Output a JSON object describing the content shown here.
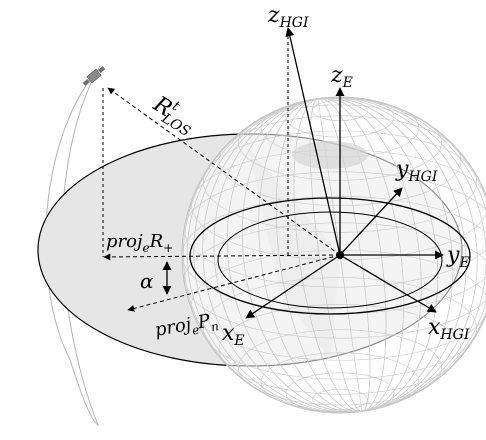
{
  "labels": {
    "z_hgi_main": "z",
    "z_hgi_sub": "HGI",
    "z_e_main": "z",
    "z_e_sub": "E",
    "y_hgi_main": "y",
    "y_hgi_sub": "HGI",
    "y_e_main": "y",
    "y_e_sub": "E",
    "x_hgi_main": "x",
    "x_hgi_sub": "HGI",
    "x_e_main": "x",
    "x_e_sub": "E",
    "r_los_main": "R",
    "r_los_sup": "t",
    "r_los_sub": "LOS",
    "proj_r_main": "proj",
    "proj_r_sub": "e",
    "proj_r_tail": "R",
    "proj_r_tail_sub": "+",
    "proj_p_main": "proj",
    "proj_p_sub": "e",
    "proj_p_tail": "P",
    "proj_p_tail_sub": "n",
    "alpha": "α"
  },
  "colors": {
    "axis": "#000000",
    "plane_fill": "#e6e6e6",
    "shadow_fill": "#d0d0d0",
    "sphere_grid": "#c8c8c8",
    "orbit": "#b4b4b4",
    "satellite": "#8a8a8a"
  }
}
